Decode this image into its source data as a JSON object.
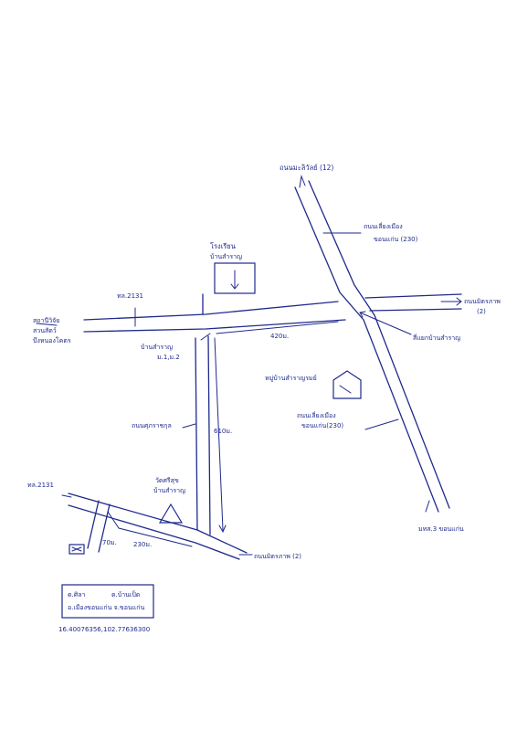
{
  "labels": {
    "hwy12": "ถนนมะลิวัลย์ (12)",
    "ring_ne": "ถนนเลี่ยงเมือง",
    "ring_ne2": "ขอนแก่น (230)",
    "hwy2_e": "ถนนมิตรภาพ",
    "hwy2_e_num": "(2)",
    "junction": "สี่แยกบ้านสำราญ",
    "school": "โรงเรียน",
    "school2": "บ้านสำราญ",
    "rd2131_top": "ทล.2131",
    "rd2131_left": "ทล.2131",
    "west1": "สถานีวิจัย",
    "west2": "สวนสัตว์",
    "west3": "บึงหนองโคตร",
    "village1": "บ้านสำราญ",
    "village2": "ม.1,ม.2",
    "dist420": "420ม.",
    "house": "หมู่บ้านสำราญรมย์",
    "ring_se": "ถนนเลี่ยงเมือง",
    "ring_se2": "ขอนแก่น(230)",
    "sukhumaraj": "ถนนศุภราชกุล",
    "dist610": "610ม.",
    "temple1": "วัดศรีสุข",
    "temple2": "บ้านสำราญ",
    "hwy2_s": "ถนนมิตรภาพ (2)",
    "dist70": "70ม.",
    "dist230": "230ม.",
    "vs3": "มทส.3 ขอนแก่น",
    "addr1": "ต.ศิลา",
    "addr1b": "ต.บ้านเป็ด",
    "addr2": "อ.เมืองขอนแก่น จ.ขอนแก่น",
    "coords": "16.40076356,102.77636300"
  }
}
